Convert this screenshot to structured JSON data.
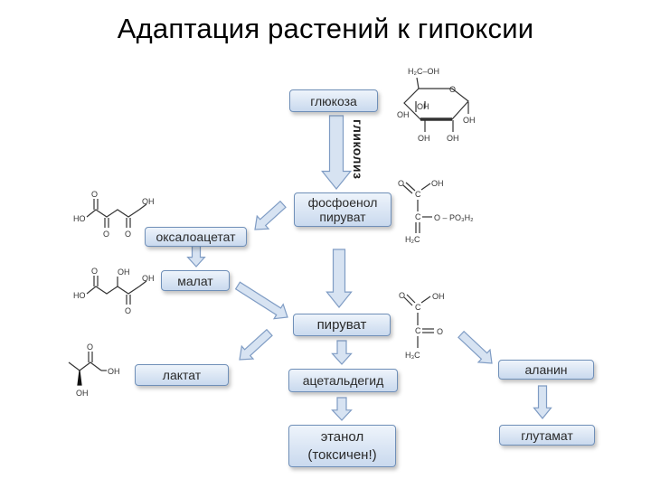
{
  "title": "Адаптация растений к гипоксии",
  "nodes": {
    "glucose": "глюкоза",
    "pep_line1": "фосфоенол",
    "pep_line2": "пируват",
    "oxaloacetate": "оксалоацетат",
    "malate": "малат",
    "pyruvate": "пируват",
    "lactate": "лактат",
    "acetaldehyde": "ацетальдегид",
    "ethanol_line1": "этанол",
    "ethanol_line2": "(токсичен!)",
    "alanine": "аланин",
    "glutamate": "глутамат"
  },
  "glycolysis_label": "гликолиз",
  "structures": {
    "glucose": {
      "ch2oh": "H₂C–OH",
      "ring_o": "O",
      "oh": "OH"
    },
    "pep": {
      "c": "C",
      "o": "O",
      "oh": "OH",
      "phosphate": "O – PO₃H₂",
      "ch2": "H₂C"
    },
    "pyruvate": {
      "c": "C",
      "o": "O",
      "oh": "OH",
      "ch3": "H₃C"
    },
    "oxaloacetate": {
      "ho": "HO",
      "oh": "OH",
      "o": "O"
    },
    "malate": {
      "ho": "HO",
      "oh": "OH",
      "o": "O"
    },
    "lactate": {
      "oh": "OH",
      "o": "O"
    }
  },
  "colors": {
    "arrow_fill": "#d7e3f2",
    "arrow_stroke": "#7f9cc4",
    "box_border": "#6f8fb8"
  }
}
